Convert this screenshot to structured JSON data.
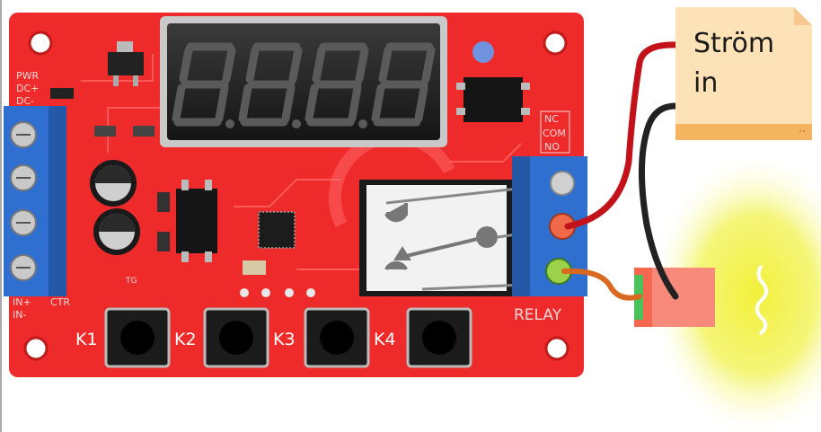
{
  "board": {
    "pwr": "PWR",
    "dc_plus": "DC+",
    "dc_minus": "DC-",
    "in_plus": "IN+",
    "in_minus": "IN-",
    "ctr": "CTR",
    "tg": "TG",
    "nc": "NC",
    "com": "COM",
    "no": "NO",
    "relay": "RELAY",
    "keys": [
      "K1",
      "K2",
      "K3",
      "K4"
    ]
  },
  "note": {
    "line1": "Ström",
    "line2": "in"
  },
  "colors": {
    "pcb": "#ee2a2a",
    "terminal": "#2f6fd0",
    "note": "#fde2b8",
    "note_border": "#f5b460",
    "wire_red": "#c4121a",
    "wire_black": "#222222",
    "wire_orange": "#d9691e",
    "lamp_glow": "#f4f46a"
  }
}
